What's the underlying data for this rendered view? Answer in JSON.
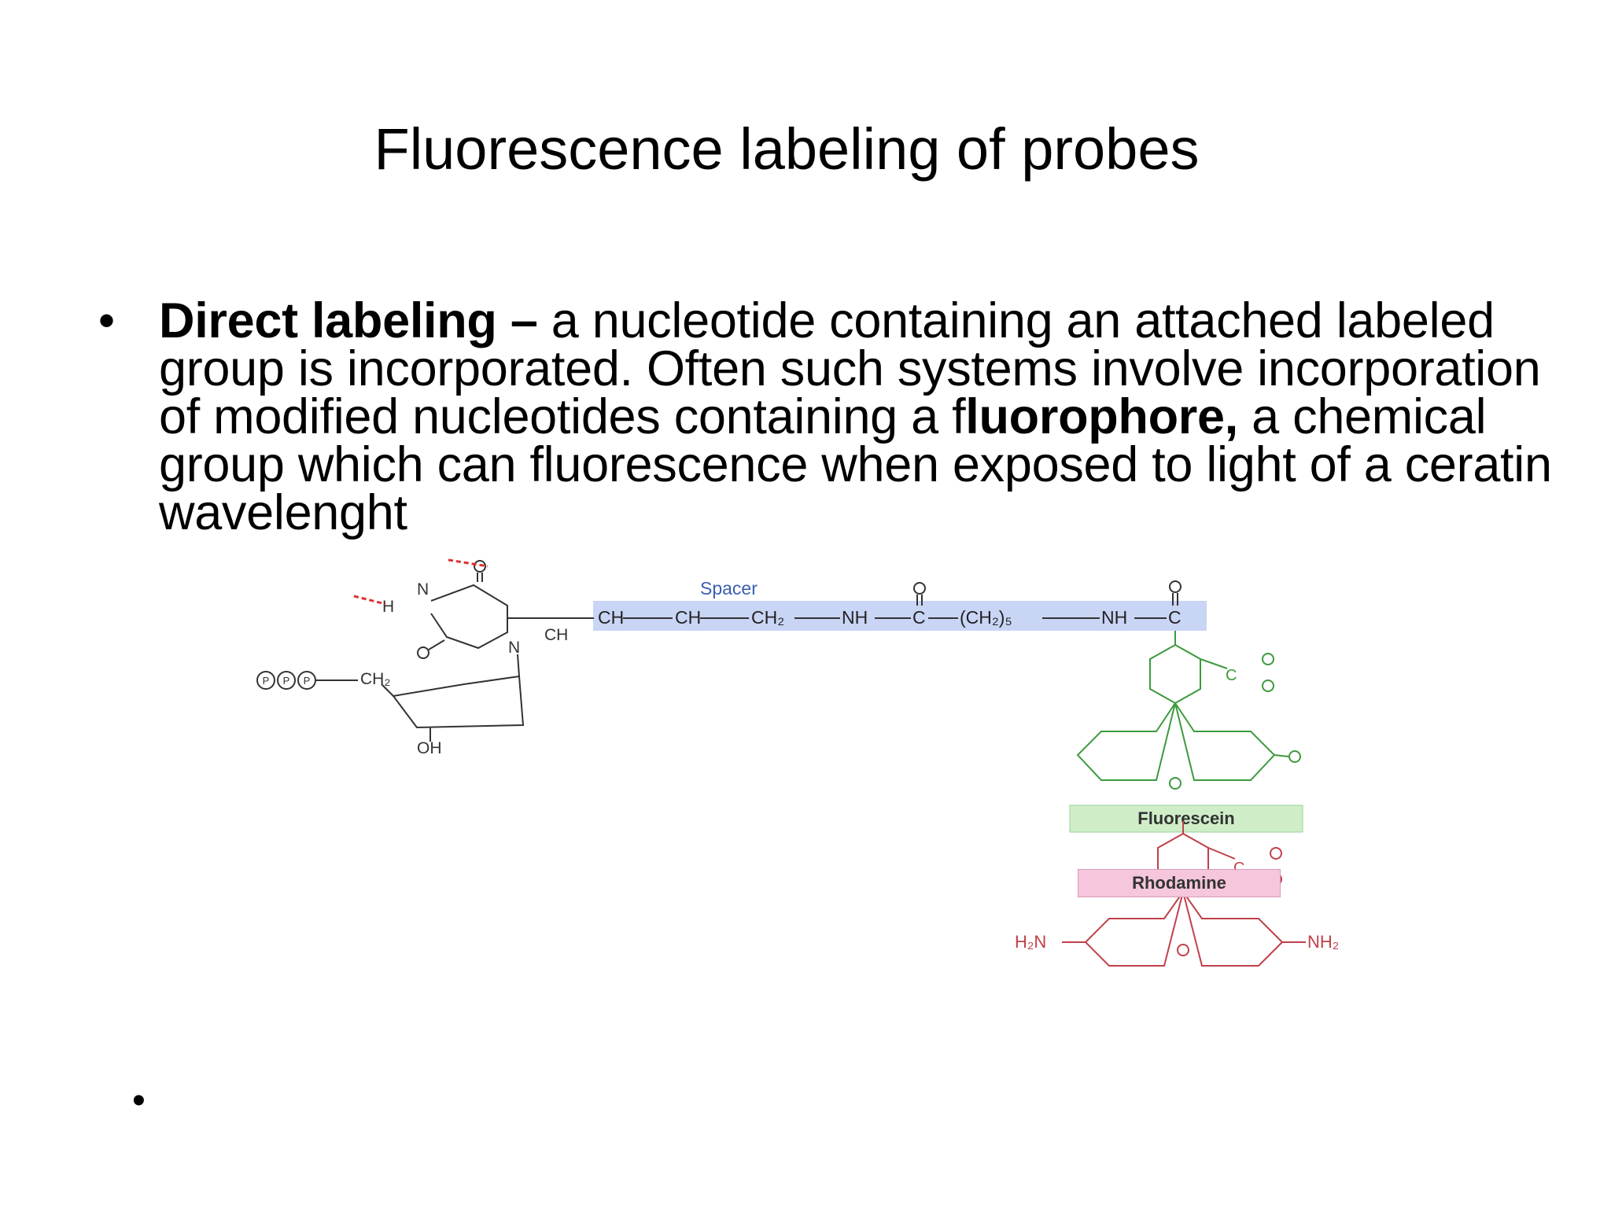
{
  "slide": {
    "title": "Fluorescence labeling of probes",
    "bullet": {
      "term": "Direct labeling –",
      "text1": " a nucleotide containing an attached labeled group is incorporated. Often such systems involve incorporation of modified nucleotides containing a f",
      "bold2": "luorophore,",
      "text2": " a chemical group which can fluorescence when exposed to light of a ceratin wavelenght"
    },
    "empty_bullet": "•"
  },
  "figure": {
    "spacer_label": "Spacer",
    "chain": [
      "CH",
      "CH",
      "CH₂",
      "NH",
      "C",
      "(CH₂)₅",
      "NH",
      "C"
    ],
    "nucleotide": {
      "phosphates": [
        "P",
        "P",
        "P"
      ],
      "ch2": "CH₂",
      "oh": "OH",
      "n_labels": [
        "N",
        "N"
      ],
      "h": "H",
      "ch": "CH"
    },
    "fluorescein_label": "Fluorescein",
    "rhodamine_label": "Rhodamine",
    "rhodamine_left": "H₂N",
    "rhodamine_right": "NH₂",
    "colors": {
      "spacer_box": "#c9d5f5",
      "spacer_text": "#3a5fb0",
      "fluorescein": "#3d9a3d",
      "fluorescein_box": "#cfeec8",
      "rhodamine": "#c0404a",
      "rhodamine_box": "#f5c6dc",
      "hbond": "#e03030"
    }
  }
}
